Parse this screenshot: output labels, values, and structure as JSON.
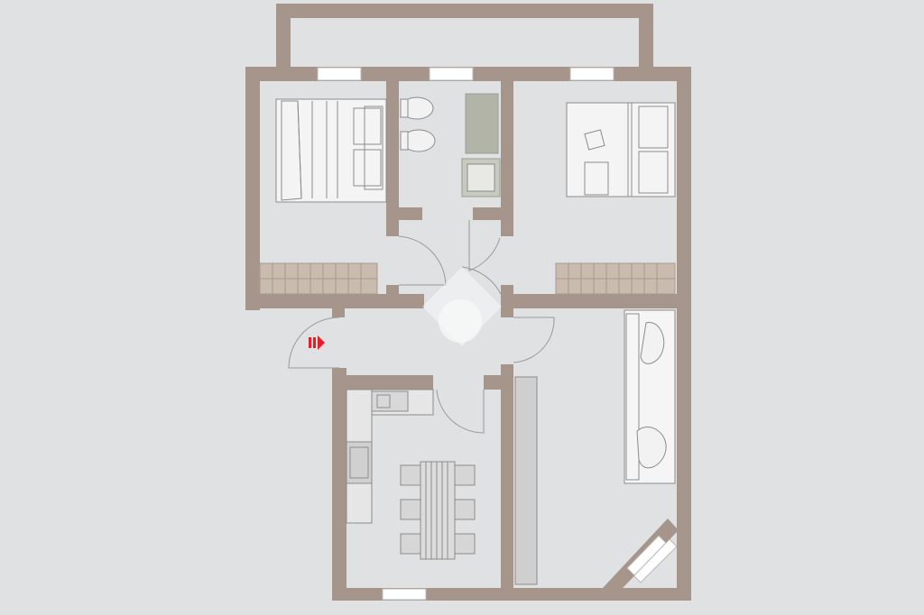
{
  "colors": {
    "background": "#dfe1e2",
    "wall": "#a5958a",
    "floor": "#dfe1e2",
    "furniture_line": "#8c8c8c",
    "wardrobe": "#c9bcae",
    "entrance_arrow": "#e0202a",
    "window": "#ffffff",
    "bathroom_fixture": "#b2b4a8",
    "sofa": "#f5f5f5",
    "watermark": "#ffffff"
  },
  "icons": {
    "entrance": "entrance-arrow-icon",
    "watermark": "watermark-logo-icon"
  },
  "rooms": [
    {
      "id": "bedroom-left",
      "furniture": [
        "double-bed",
        "wardrobe"
      ]
    },
    {
      "id": "bathroom",
      "furniture": [
        "bidet",
        "toilet",
        "shower",
        "sink"
      ]
    },
    {
      "id": "bedroom-right",
      "furniture": [
        "double-bed",
        "wardrobe"
      ]
    },
    {
      "id": "hallway",
      "furniture": []
    },
    {
      "id": "kitchen",
      "furniture": [
        "kitchen-counter",
        "stove",
        "dining-table",
        "chairs"
      ]
    },
    {
      "id": "living-room",
      "furniture": [
        "sofa",
        "sideboard"
      ]
    },
    {
      "id": "terrace",
      "furniture": []
    }
  ]
}
